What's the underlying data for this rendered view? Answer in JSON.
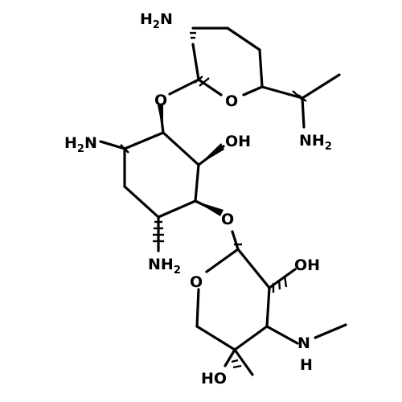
{
  "molecule": {
    "atom_labels": {
      "a1": {
        "main": "H",
        "sub": "2",
        "tail": "N",
        "pre": ""
      },
      "a2": {
        "main": "O"
      },
      "a3": {
        "main": "O"
      },
      "a4": {
        "main": "N",
        "sub": "",
        "tail": "H"
      },
      "a5": {
        "main": "H",
        "sub": "2",
        "tail": "N"
      },
      "a6": {
        "main": "OH"
      },
      "a7": {
        "main": "O"
      },
      "a8": {
        "main": "N",
        "sub": "",
        "tail": "H"
      },
      "a9": {
        "main": "OH"
      },
      "a10": {
        "main": "O"
      },
      "a11": {
        "main": "N",
        "sub": "",
        "tail": "H"
      },
      "a12": {
        "main": "HO"
      }
    },
    "labels": {
      "nh2_top": "H2N",
      "o_ring_top": "O",
      "o_link_top": "O",
      "nh2_side": "NH2",
      "nh2_left": "H2N",
      "oh_center": "OH",
      "o_link_mid": "O",
      "nh2_bottom": "NH2",
      "oh_right": "OH",
      "o_ring_bottom": "O",
      "nh_methyl": "NH",
      "ho_bottom": "HO"
    },
    "colors": {
      "bond": "#000000",
      "text": "#000000",
      "background": "#ffffff"
    }
  }
}
